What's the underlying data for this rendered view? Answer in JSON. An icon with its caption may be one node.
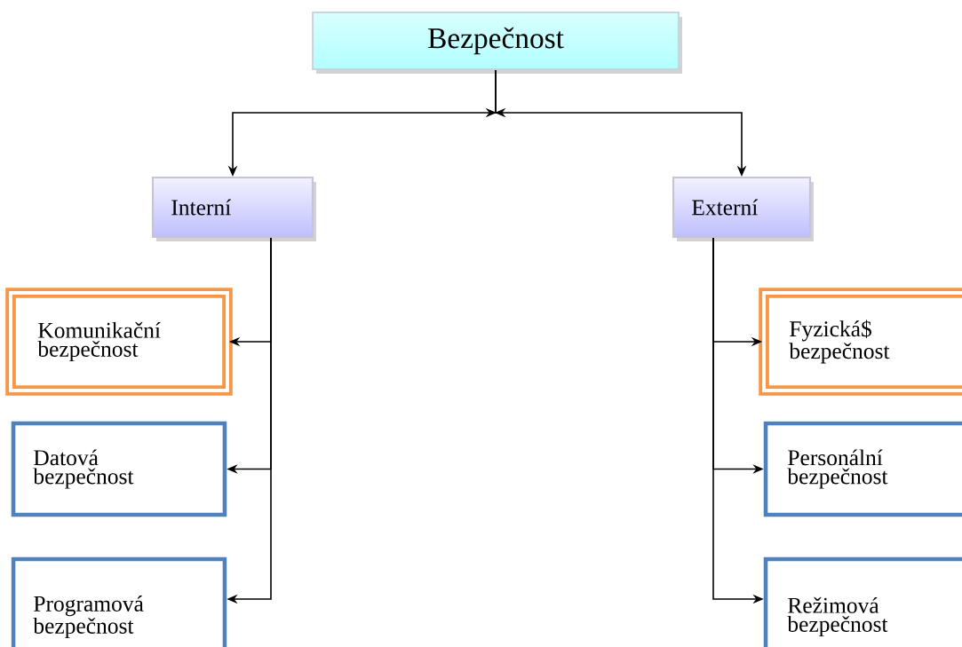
{
  "diagram": {
    "nodes": [
      {
        "text": [
          "Bezpečnost"
        ]
      },
      {
        "text": [
          "Interní"
        ]
      },
      {
        "text": [
          "Externí"
        ]
      },
      {
        "text": [
          "Komunikační bezpečnost"
        ]
      },
      {
        "text": [
          "Datová bezpečnost"
        ]
      },
      {
        "text": [
          "Programová bezpečnost"
        ]
      },
      {
        "text": [
          "Fyzická$ bezpečnost"
        ]
      },
      {
        "text": [
          "Personální bezpečnost"
        ]
      },
      {
        "text": [
          "Režimová bezpečnost"
        ]
      }
    ],
    "edges": [
      {
        "from": 0,
        "to": 1,
        "arrow": "to"
      },
      {
        "from": 0,
        "to": 2,
        "arrow": "to"
      },
      {
        "from": 1,
        "to": 3,
        "arrow": "to"
      },
      {
        "from": 1,
        "to": 4,
        "arrow": "to"
      },
      {
        "from": 1,
        "to": 5,
        "arrow": "to"
      },
      {
        "from": 2,
        "to": 6,
        "arrow": "to"
      },
      {
        "from": 2,
        "to": 7,
        "arrow": "to"
      },
      {
        "from": 2,
        "to": 8,
        "arrow": "to"
      }
    ]
  }
}
